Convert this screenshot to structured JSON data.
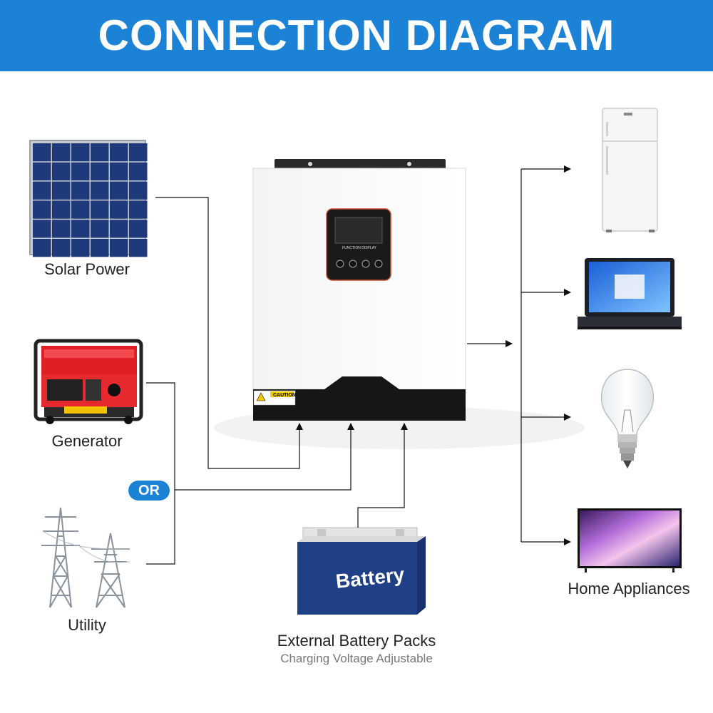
{
  "header": {
    "title": "CONNECTION DIAGRAM"
  },
  "sources": {
    "solar": {
      "label": "Solar Power"
    },
    "generator": {
      "label": "Generator"
    },
    "or_badge": "OR",
    "utility": {
      "label": "Utility"
    }
  },
  "battery": {
    "body_text": "Battery",
    "label": "External Battery Packs",
    "sublabel": "Charging Voltage Adjustable"
  },
  "inverter": {
    "caution": "CAUTION",
    "display_title": "FUNCTION DISPLAY"
  },
  "outputs": {
    "label": "Home Appliances"
  },
  "colors": {
    "header": "#1b82d6",
    "panel_cell": "#1e3a7a",
    "generator_red": "#e01e26",
    "battery_blue": "#1f3f86"
  }
}
